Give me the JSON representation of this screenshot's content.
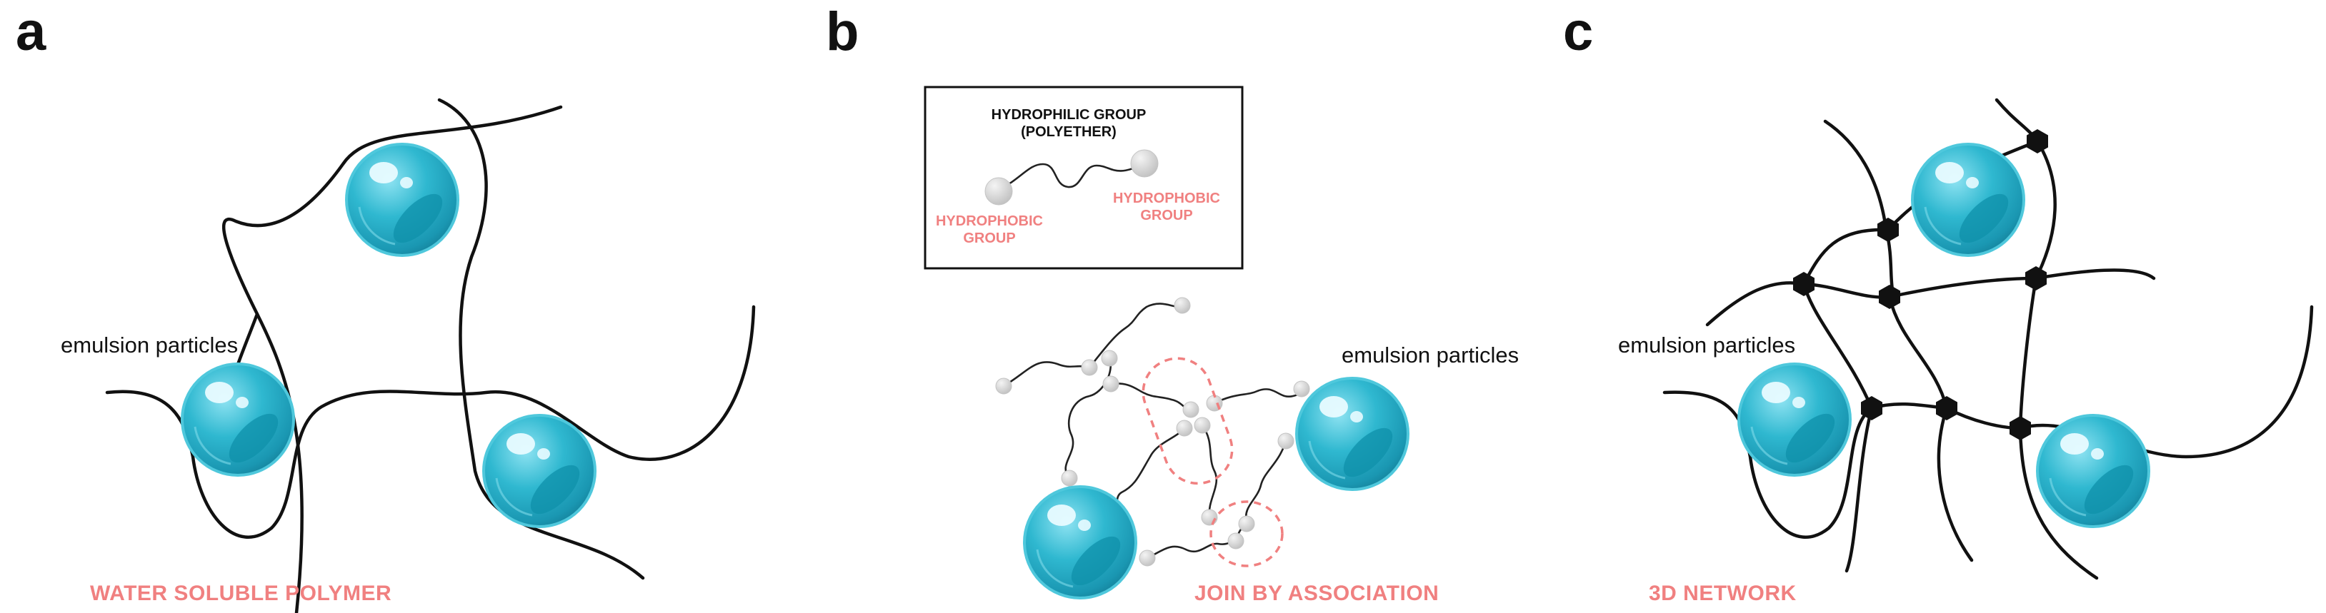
{
  "panels": {
    "a": {
      "letter": "a",
      "particle_label": "emulsion particles",
      "caption": "WATER SOLUBLE POLYMER"
    },
    "b": {
      "letter": "b",
      "legend": {
        "title_line1": "HYDROPHILIC GROUP",
        "title_line2": "(POLYETHER)",
        "left_line1": "HYDROPHOBIC",
        "left_line2": "GROUP",
        "right_line1": "HYDROPHOBIC",
        "right_line2": "GROUP"
      },
      "particle_label": "emulsion particles",
      "caption": "JOIN BY ASSOCIATION"
    },
    "c": {
      "letter": "c",
      "particle_label": "emulsion particles",
      "caption": "3D NETWORK"
    }
  },
  "colors": {
    "caption_pink": "#f08080",
    "particle_cyan": "#2ab0c8",
    "chain_black": "#111111",
    "hydrophobe_grey": "#cccccc"
  },
  "icons": {
    "particle": "emulsion-particle-sphere-icon",
    "crosslink": "hexagon-crosslink-icon",
    "hydrophobe": "grey-sphere-icon"
  }
}
